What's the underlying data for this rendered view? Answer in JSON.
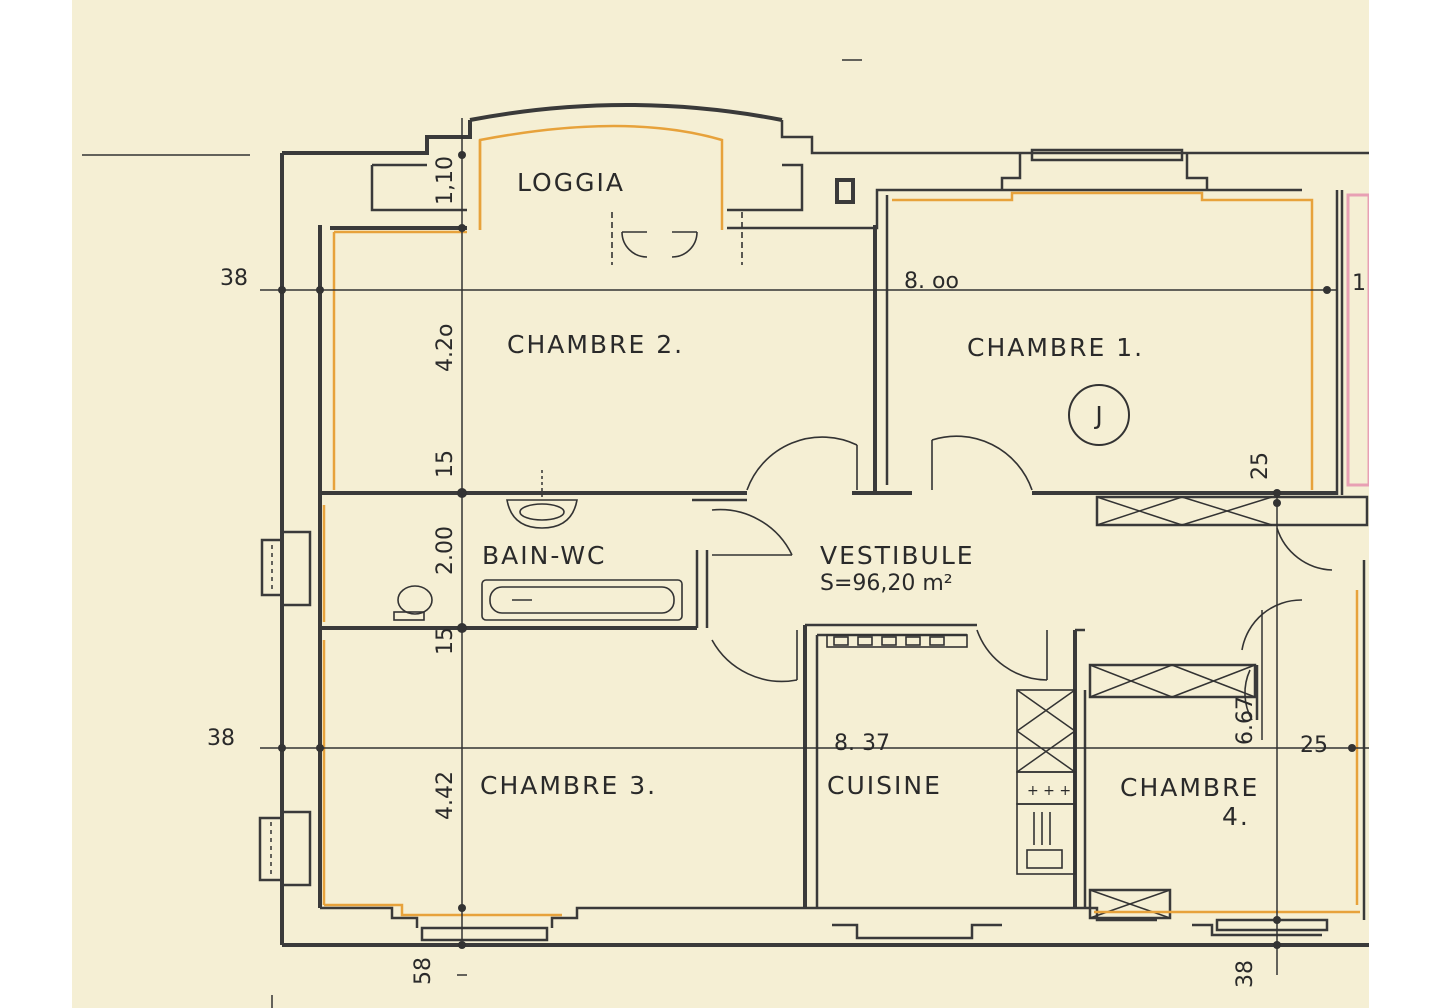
{
  "plan": {
    "rooms": {
      "loggia": "LOGGIA",
      "chambre_2": "CHAMBRE 2.",
      "chambre_1": "CHAMBRE 1.",
      "bain_wc": "BAIN-WC",
      "vestibule": "VESTIBULE",
      "surface": "S=96,20 m²",
      "chambre_3": "CHAMBRE 3.",
      "cuisine": "CUISINE",
      "chambre_4": "CHAMBRE",
      "chambre_4_num": "4."
    },
    "marker": "J",
    "dimensions": {
      "d_110": "1,10",
      "d_38_top": "38",
      "d_800": "8. oo",
      "d_420": "4.2o",
      "d_15_top": "15",
      "d_25_top": "25",
      "d_200": "2.00",
      "d_15_mid": "15",
      "d_38_mid": "38",
      "d_837": "8. 37",
      "d_667": "6.67",
      "d_25_right": "25",
      "d_442": "4.42",
      "d_58": "58",
      "d_38_bottom": "38",
      "d_1_edge": "1"
    },
    "colors": {
      "paper": "#f5efd4",
      "walls": "#3a3a3a",
      "room_outline": "#e7a23b",
      "accent_pink": "#e8a0b4"
    }
  }
}
